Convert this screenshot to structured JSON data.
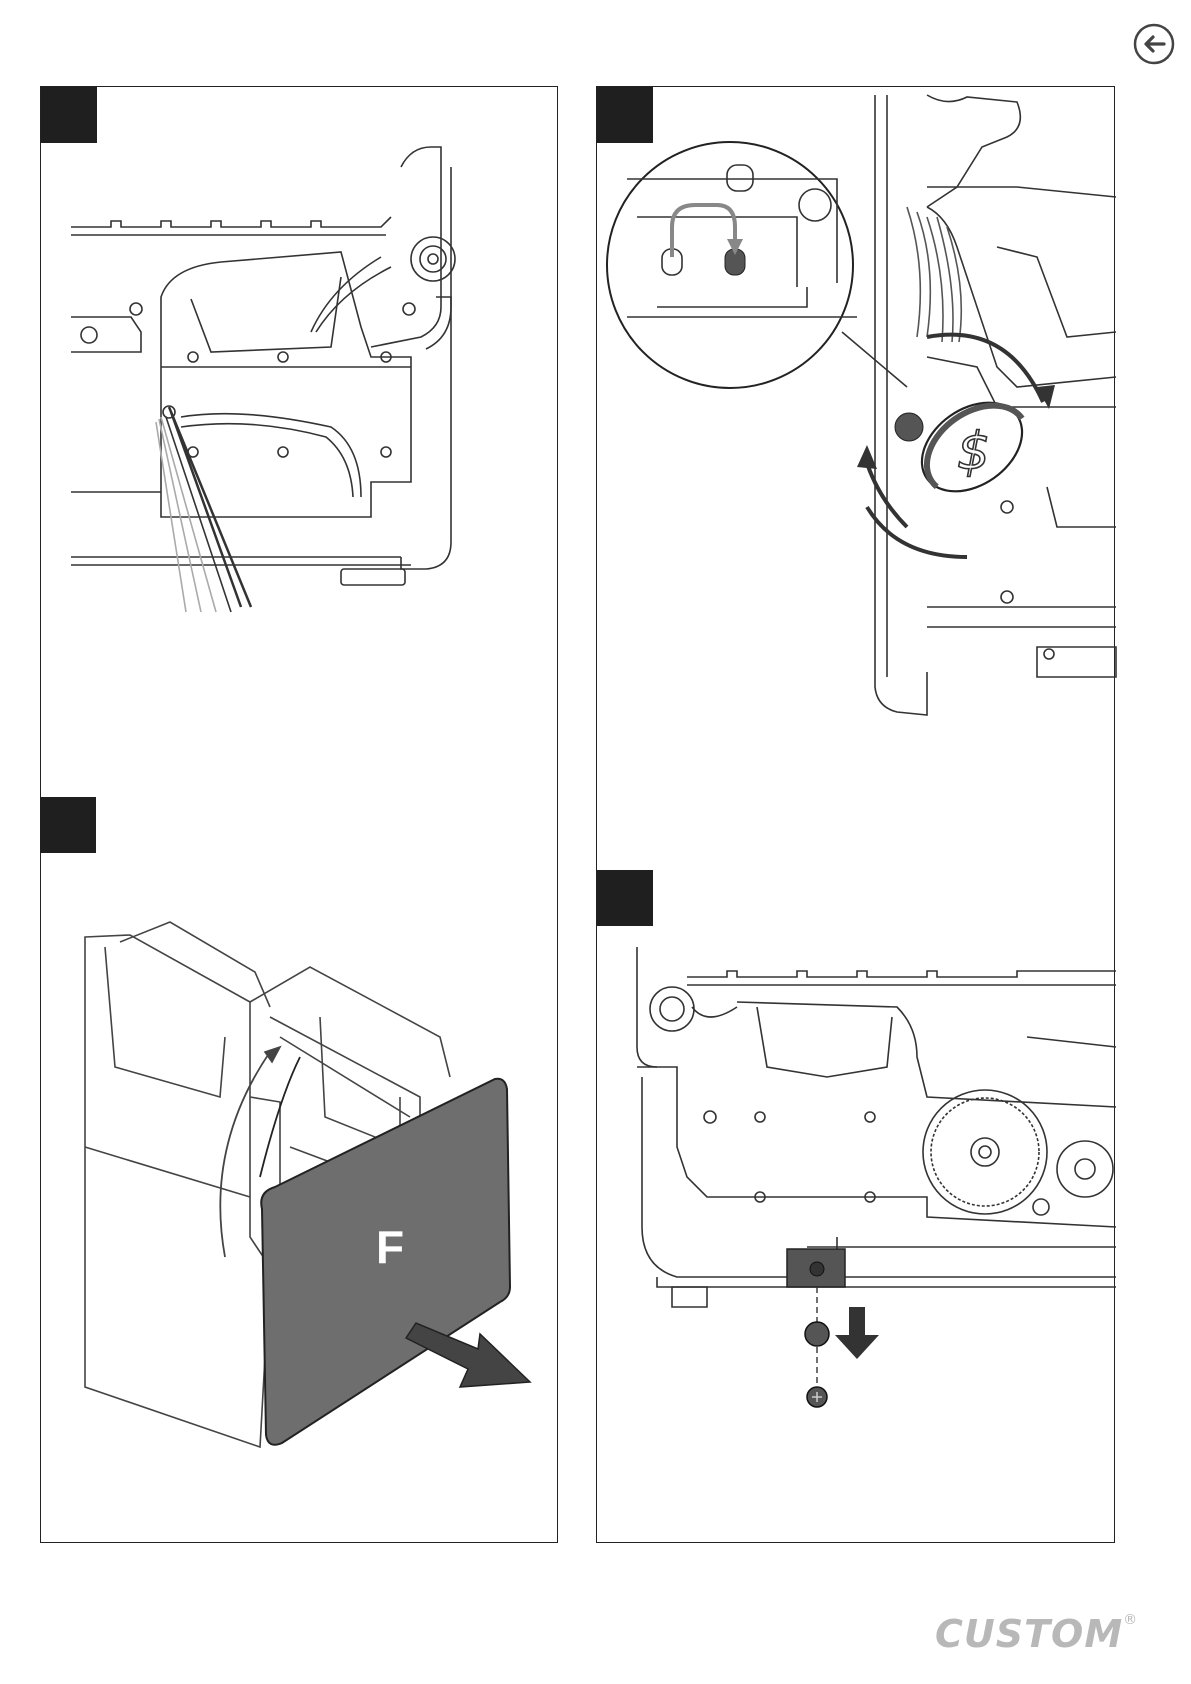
{
  "header": {
    "back_icon": "arrow-left-circle-icon"
  },
  "panels": [
    {
      "id": "panel-left-top",
      "step_label": "",
      "description_icon": "cable-routing-illustration"
    },
    {
      "id": "panel-left-bottom",
      "step_label": "",
      "cover_label": "F",
      "description_icon": "remove-cover-illustration"
    },
    {
      "id": "panel-right-top",
      "step_label": "",
      "description_icon": "coin-rotate-illustration"
    },
    {
      "id": "panel-right-bottom",
      "step_label": "",
      "description_icon": "remove-screw-illustration"
    }
  ],
  "footer": {
    "brand": "CUSTOM",
    "registered": "®"
  },
  "colors": {
    "badge": "#1f1f1f",
    "cover_fill": "#6e6e6e",
    "arrow": "#888888",
    "logo": "#b8b8b8"
  }
}
